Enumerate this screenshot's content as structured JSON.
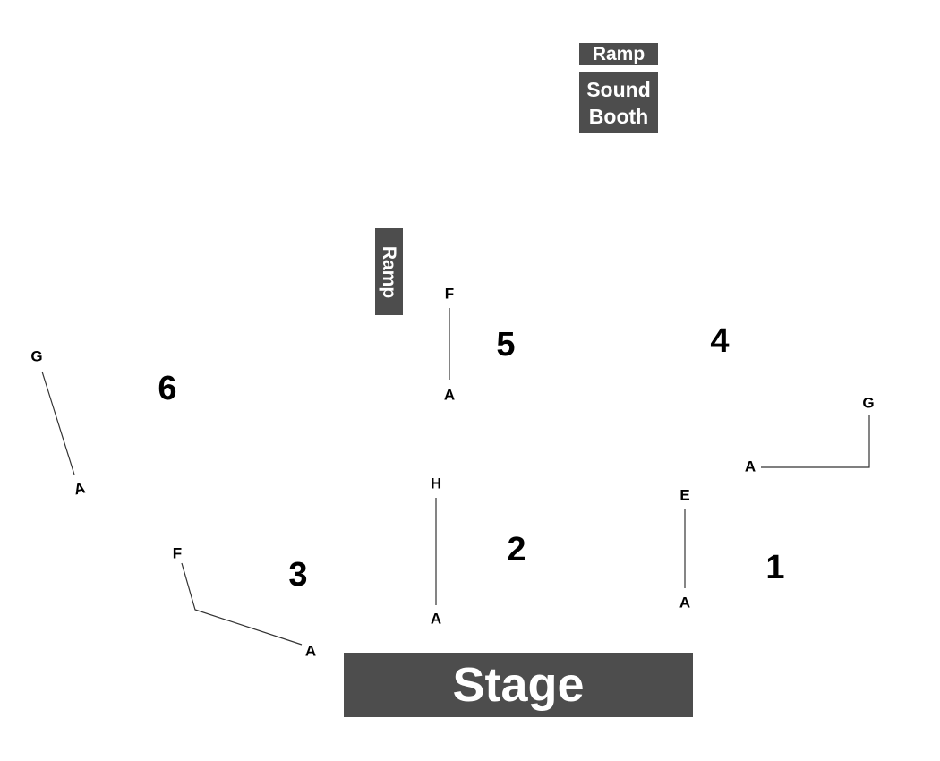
{
  "blocks": {
    "stage": "Stage",
    "ramp_top": "Ramp",
    "sound_booth": "Sound\nBooth",
    "ramp_side": "Ramp"
  },
  "sections": {
    "s1": "1",
    "s2": "2",
    "s3": "3",
    "s4": "4",
    "s5": "5",
    "s6": "6"
  },
  "row_labels": {
    "sec1_front": "A",
    "sec1_back": "E",
    "sec2_front": "A",
    "sec2_back": "H",
    "sec3_front": "A",
    "sec3_back": "F",
    "sec4_front": "A",
    "sec4_back": "G",
    "sec5_front": "A",
    "sec5_back": "F",
    "sec6_front": "A",
    "sec6_back": "G"
  }
}
